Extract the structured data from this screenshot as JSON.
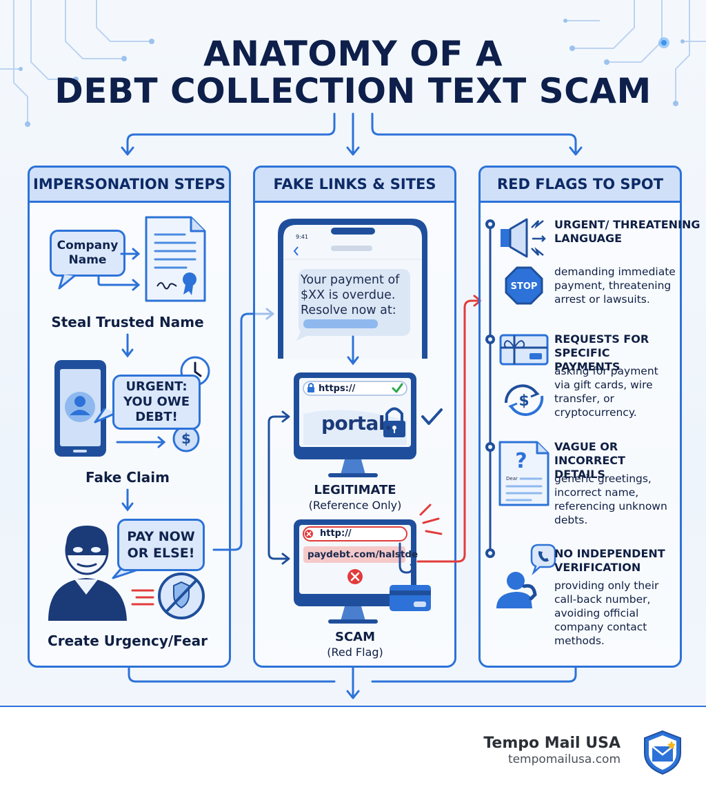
{
  "title": {
    "line1": "ANATOMY OF A",
    "line2": "DEBT COLLECTION TEXT SCAM"
  },
  "panels": {
    "left": {
      "header": "IMPERSONATION STEPS",
      "step1": {
        "bubble": "Company Name",
        "label": "Steal Trusted Name"
      },
      "step2": {
        "bubble": "URGENT: YOU OWE DEBT!",
        "label": "Fake Claim"
      },
      "step3": {
        "bubble": "PAY NOW OR ELSE!",
        "label": "Create Urgency/Fear"
      }
    },
    "middle": {
      "header": "FAKE LINKS & SITES",
      "phone_time": "9:41",
      "sms_text": "Your payment of $XX is overdue. Resolve now at:",
      "legit": {
        "url": "https://",
        "brand": "portal.",
        "label": "LEGITIMATE",
        "sublabel": "(Reference Only)"
      },
      "scam": {
        "url": "http://",
        "link": "paydebt.com/halstde",
        "label": "SCAM",
        "sublabel": "(Red Flag)"
      }
    },
    "right": {
      "header": "RED FLAGS TO SPOT",
      "flags": [
        {
          "title": "URGENT/ THREATENING LANGUAGE",
          "desc": "demanding immediate payment, threatening arrest or lawsuits.",
          "icon": "megaphone-icon",
          "badge": "STOP"
        },
        {
          "title": "REQUESTS FOR SPECIFIC PAYMENTS",
          "desc": "asking for payment via gift cards, wire transfer, or cryptocurrency.",
          "icon": "gift-card-icon"
        },
        {
          "title": "VAGUE OR INCORRECT DETAILS",
          "desc": "generic greetings, incorrect name, referencing unknown debts.",
          "icon": "document-question-icon",
          "doc_text": "Dear"
        },
        {
          "title": "NO INDEPENDENT VERIFICATION",
          "desc": "providing only their call-back number, avoiding official company contact methods.",
          "icon": "caller-icon"
        }
      ]
    }
  },
  "footer": {
    "brand_name": "Tempo Mail USA",
    "brand_url": "tempomailusa.com"
  },
  "colors": {
    "primary": "#2c72d8",
    "navy": "#0d1f4a",
    "danger": "#e23b3b",
    "success": "#2aa84a",
    "panel_head": "#cfe0f8"
  }
}
